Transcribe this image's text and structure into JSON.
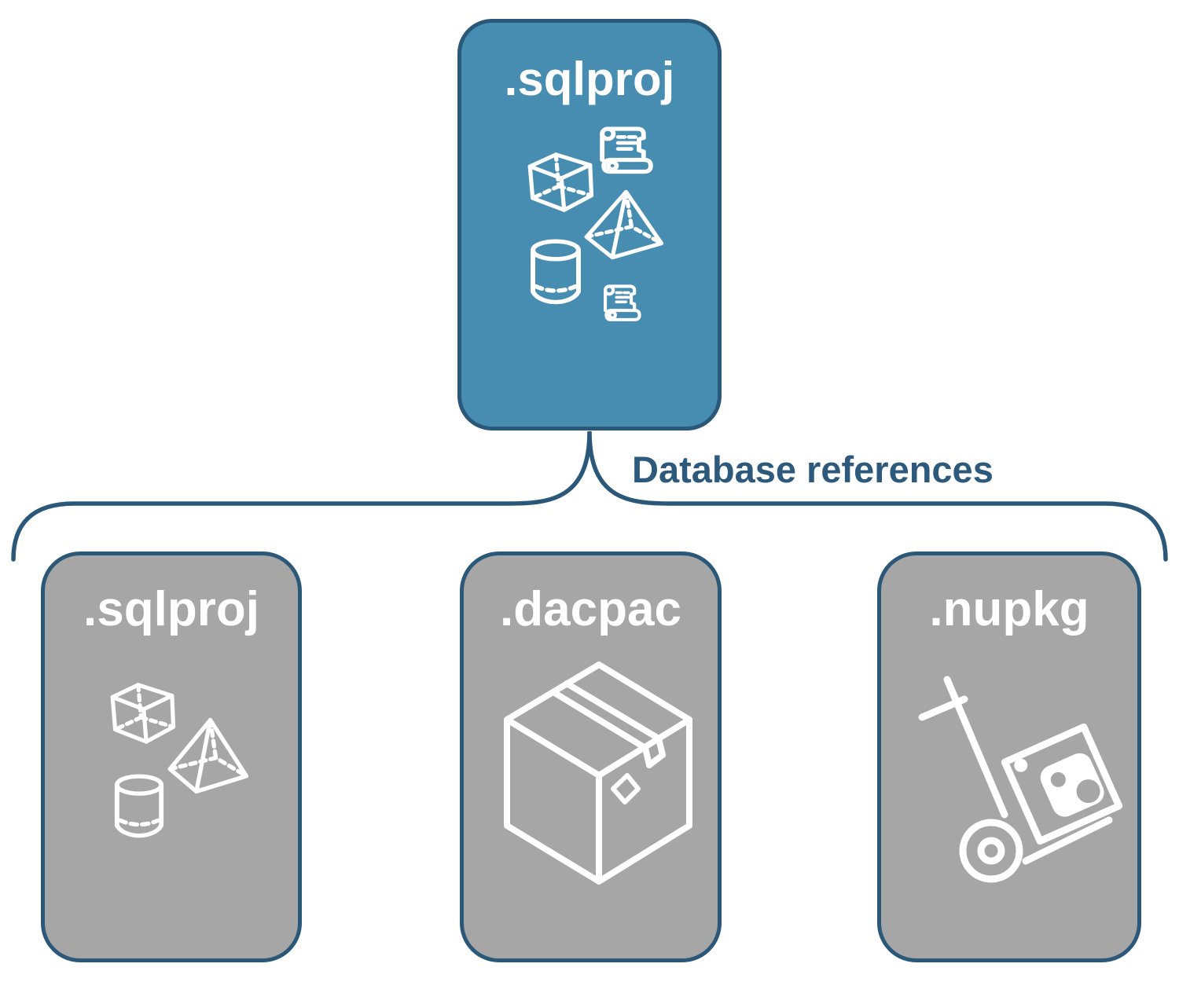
{
  "diagram": {
    "top_node": {
      "label": ".sqlproj",
      "fill": "#478db1",
      "icons": [
        "scroll-icon",
        "cube-icon",
        "pyramid-icon",
        "cylinder-icon",
        "scroll-icon"
      ]
    },
    "connector": {
      "label": "Database references",
      "color": "#2b5878",
      "shape": "brace-fanout"
    },
    "bottom_nodes": [
      {
        "label": ".sqlproj",
        "fill": "#a6a6a6",
        "icons": [
          "cube-icon",
          "pyramid-icon",
          "cylinder-icon"
        ]
      },
      {
        "label": ".dacpac",
        "fill": "#a6a6a6",
        "icons": [
          "package-box-icon"
        ]
      },
      {
        "label": ".nupkg",
        "fill": "#a6a6a6",
        "icons": [
          "hand-truck-nuget-icon"
        ]
      }
    ],
    "colors": {
      "node_border": "#2b5878",
      "icon_stroke": "#ffffff",
      "label_text": "#ffffff",
      "background": "#ffffff",
      "gray_fill": "#a6a6a6",
      "blue_fill": "#478db1"
    }
  }
}
